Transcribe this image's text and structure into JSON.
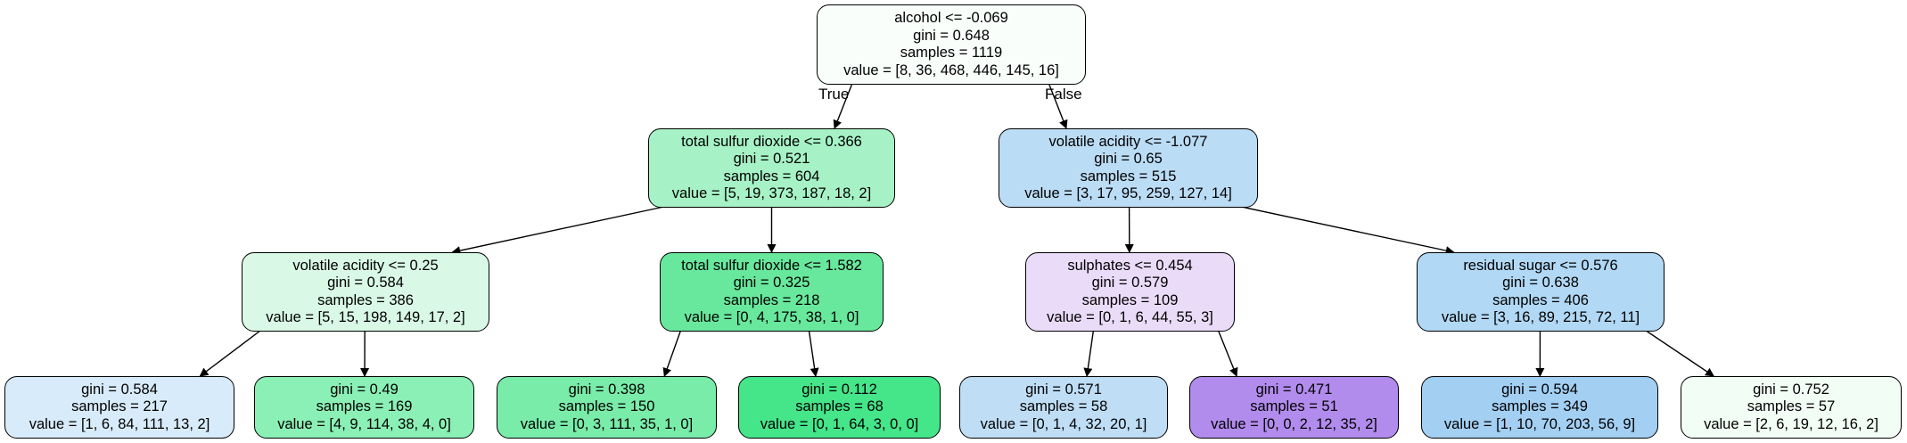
{
  "nodes": [
    {
      "id": "n0",
      "lines": [
        "alcohol <= -0.069",
        "gini = 0.648",
        "samples = 1119",
        "value = [8, 36, 468, 446, 145, 16]"
      ],
      "fill": "#f9fefb"
    },
    {
      "id": "n1",
      "lines": [
        "total sulfur dioxide <= 0.366",
        "gini = 0.521",
        "samples = 604",
        "value = [5, 19, 373, 187, 18, 2]"
      ],
      "fill": "#a6f2c6"
    },
    {
      "id": "n2",
      "lines": [
        "volatile acidity <= -1.077",
        "gini = 0.65",
        "samples = 515",
        "value = [3, 17, 95, 259, 127, 14]"
      ],
      "fill": "#bbdcf5"
    },
    {
      "id": "n3",
      "lines": [
        "volatile acidity <= 0.25",
        "gini = 0.584",
        "samples = 386",
        "value = [5, 15, 198, 149, 17, 2]"
      ],
      "fill": "#d9f9e6"
    },
    {
      "id": "n4",
      "lines": [
        "total sulfur dioxide <= 1.582",
        "gini = 0.325",
        "samples = 218",
        "value = [0, 4, 175, 38, 1, 0]"
      ],
      "fill": "#68e89d"
    },
    {
      "id": "n5",
      "lines": [
        "sulphates <= 0.454",
        "gini = 0.579",
        "samples = 109",
        "value = [0, 1, 6, 44, 55, 3]"
      ],
      "fill": "#eadcf9"
    },
    {
      "id": "n6",
      "lines": [
        "residual sugar <= 0.576",
        "gini = 0.638",
        "samples = 406",
        "value = [3, 16, 89, 215, 72, 11]"
      ],
      "fill": "#b1d8f4"
    },
    {
      "id": "n7",
      "lines": [
        "gini = 0.584",
        "samples = 217",
        "value = [1, 6, 84, 111, 13, 2]"
      ],
      "fill": "#d8ebfa"
    },
    {
      "id": "n8",
      "lines": [
        "gini = 0.49",
        "samples = 169",
        "value = [4, 9, 114, 38, 4, 0]"
      ],
      "fill": "#8bf0b5"
    },
    {
      "id": "n9",
      "lines": [
        "gini = 0.398",
        "samples = 150",
        "value = [0, 3, 111, 35, 1, 0]"
      ],
      "fill": "#79eca9"
    },
    {
      "id": "n10",
      "lines": [
        "gini = 0.112",
        "samples = 68",
        "value = [0, 1, 64, 3, 0, 0]"
      ],
      "fill": "#45e589"
    },
    {
      "id": "n11",
      "lines": [
        "gini = 0.571",
        "samples = 58",
        "value = [0, 1, 4, 32, 20, 1]"
      ],
      "fill": "#bfdef6"
    },
    {
      "id": "n12",
      "lines": [
        "gini = 0.471",
        "samples = 51",
        "value = [0, 0, 2, 12, 35, 2]"
      ],
      "fill": "#b28ced"
    },
    {
      "id": "n13",
      "lines": [
        "gini = 0.594",
        "samples = 349",
        "value = [1, 10, 70, 203, 56, 9]"
      ],
      "fill": "#a3cff3"
    },
    {
      "id": "n14",
      "lines": [
        "gini = 0.752",
        "samples = 57",
        "value = [2, 6, 19, 12, 16, 2]"
      ],
      "fill": "#f2fdf6"
    }
  ],
  "edges": [
    {
      "from": "n0",
      "to": "n1",
      "label": "True"
    },
    {
      "from": "n0",
      "to": "n2",
      "label": "False"
    },
    {
      "from": "n1",
      "to": "n3"
    },
    {
      "from": "n1",
      "to": "n4"
    },
    {
      "from": "n2",
      "to": "n5"
    },
    {
      "from": "n2",
      "to": "n6"
    },
    {
      "from": "n3",
      "to": "n7"
    },
    {
      "from": "n3",
      "to": "n8"
    },
    {
      "from": "n4",
      "to": "n9"
    },
    {
      "from": "n4",
      "to": "n10"
    },
    {
      "from": "n5",
      "to": "n11"
    },
    {
      "from": "n5",
      "to": "n12"
    },
    {
      "from": "n6",
      "to": "n13"
    },
    {
      "from": "n6",
      "to": "n14"
    }
  ]
}
